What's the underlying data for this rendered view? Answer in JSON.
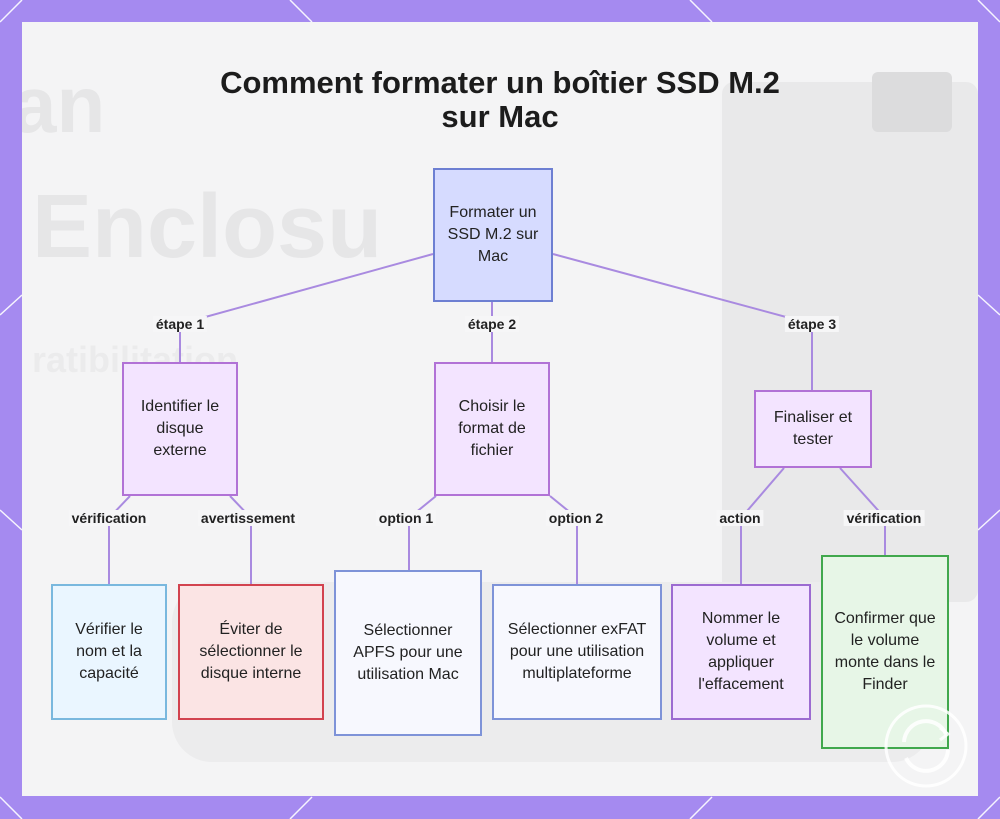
{
  "title": {
    "line1": "Comment formater un boîtier SSD M.2",
    "line2": "sur Mac"
  },
  "nodes": {
    "root": "Formater un SSD M.2 sur Mac",
    "step1": "Identifier le disque externe",
    "step2": "Choisir le format de fichier",
    "step3": "Finaliser et tester",
    "leaf1": "Vérifier le nom et la capacité",
    "leaf2": "Éviter de sélectionner le disque interne",
    "leaf3": "Sélectionner APFS pour une utilisation Mac",
    "leaf4": "Sélectionner exFAT pour une utilisation multiplateforme",
    "leaf5": "Nommer le volume et appliquer l'effacement",
    "leaf6": "Confirmer que le volume monte dans le Finder"
  },
  "edge_labels": {
    "e1": "étape 1",
    "e2": "étape 2",
    "e3": "étape 3",
    "e4": "vérification",
    "e5": "avertissement",
    "e6": "option 1",
    "e7": "option 2",
    "e8": "action",
    "e9": "vérification"
  },
  "colors": {
    "frame": "#a58af0",
    "edge": "#a98ae0",
    "root_fill": "#d6dbff",
    "step_fill": "#f3e4ff",
    "warning_border": "#d2434f",
    "confirm_border": "#41a84d"
  }
}
